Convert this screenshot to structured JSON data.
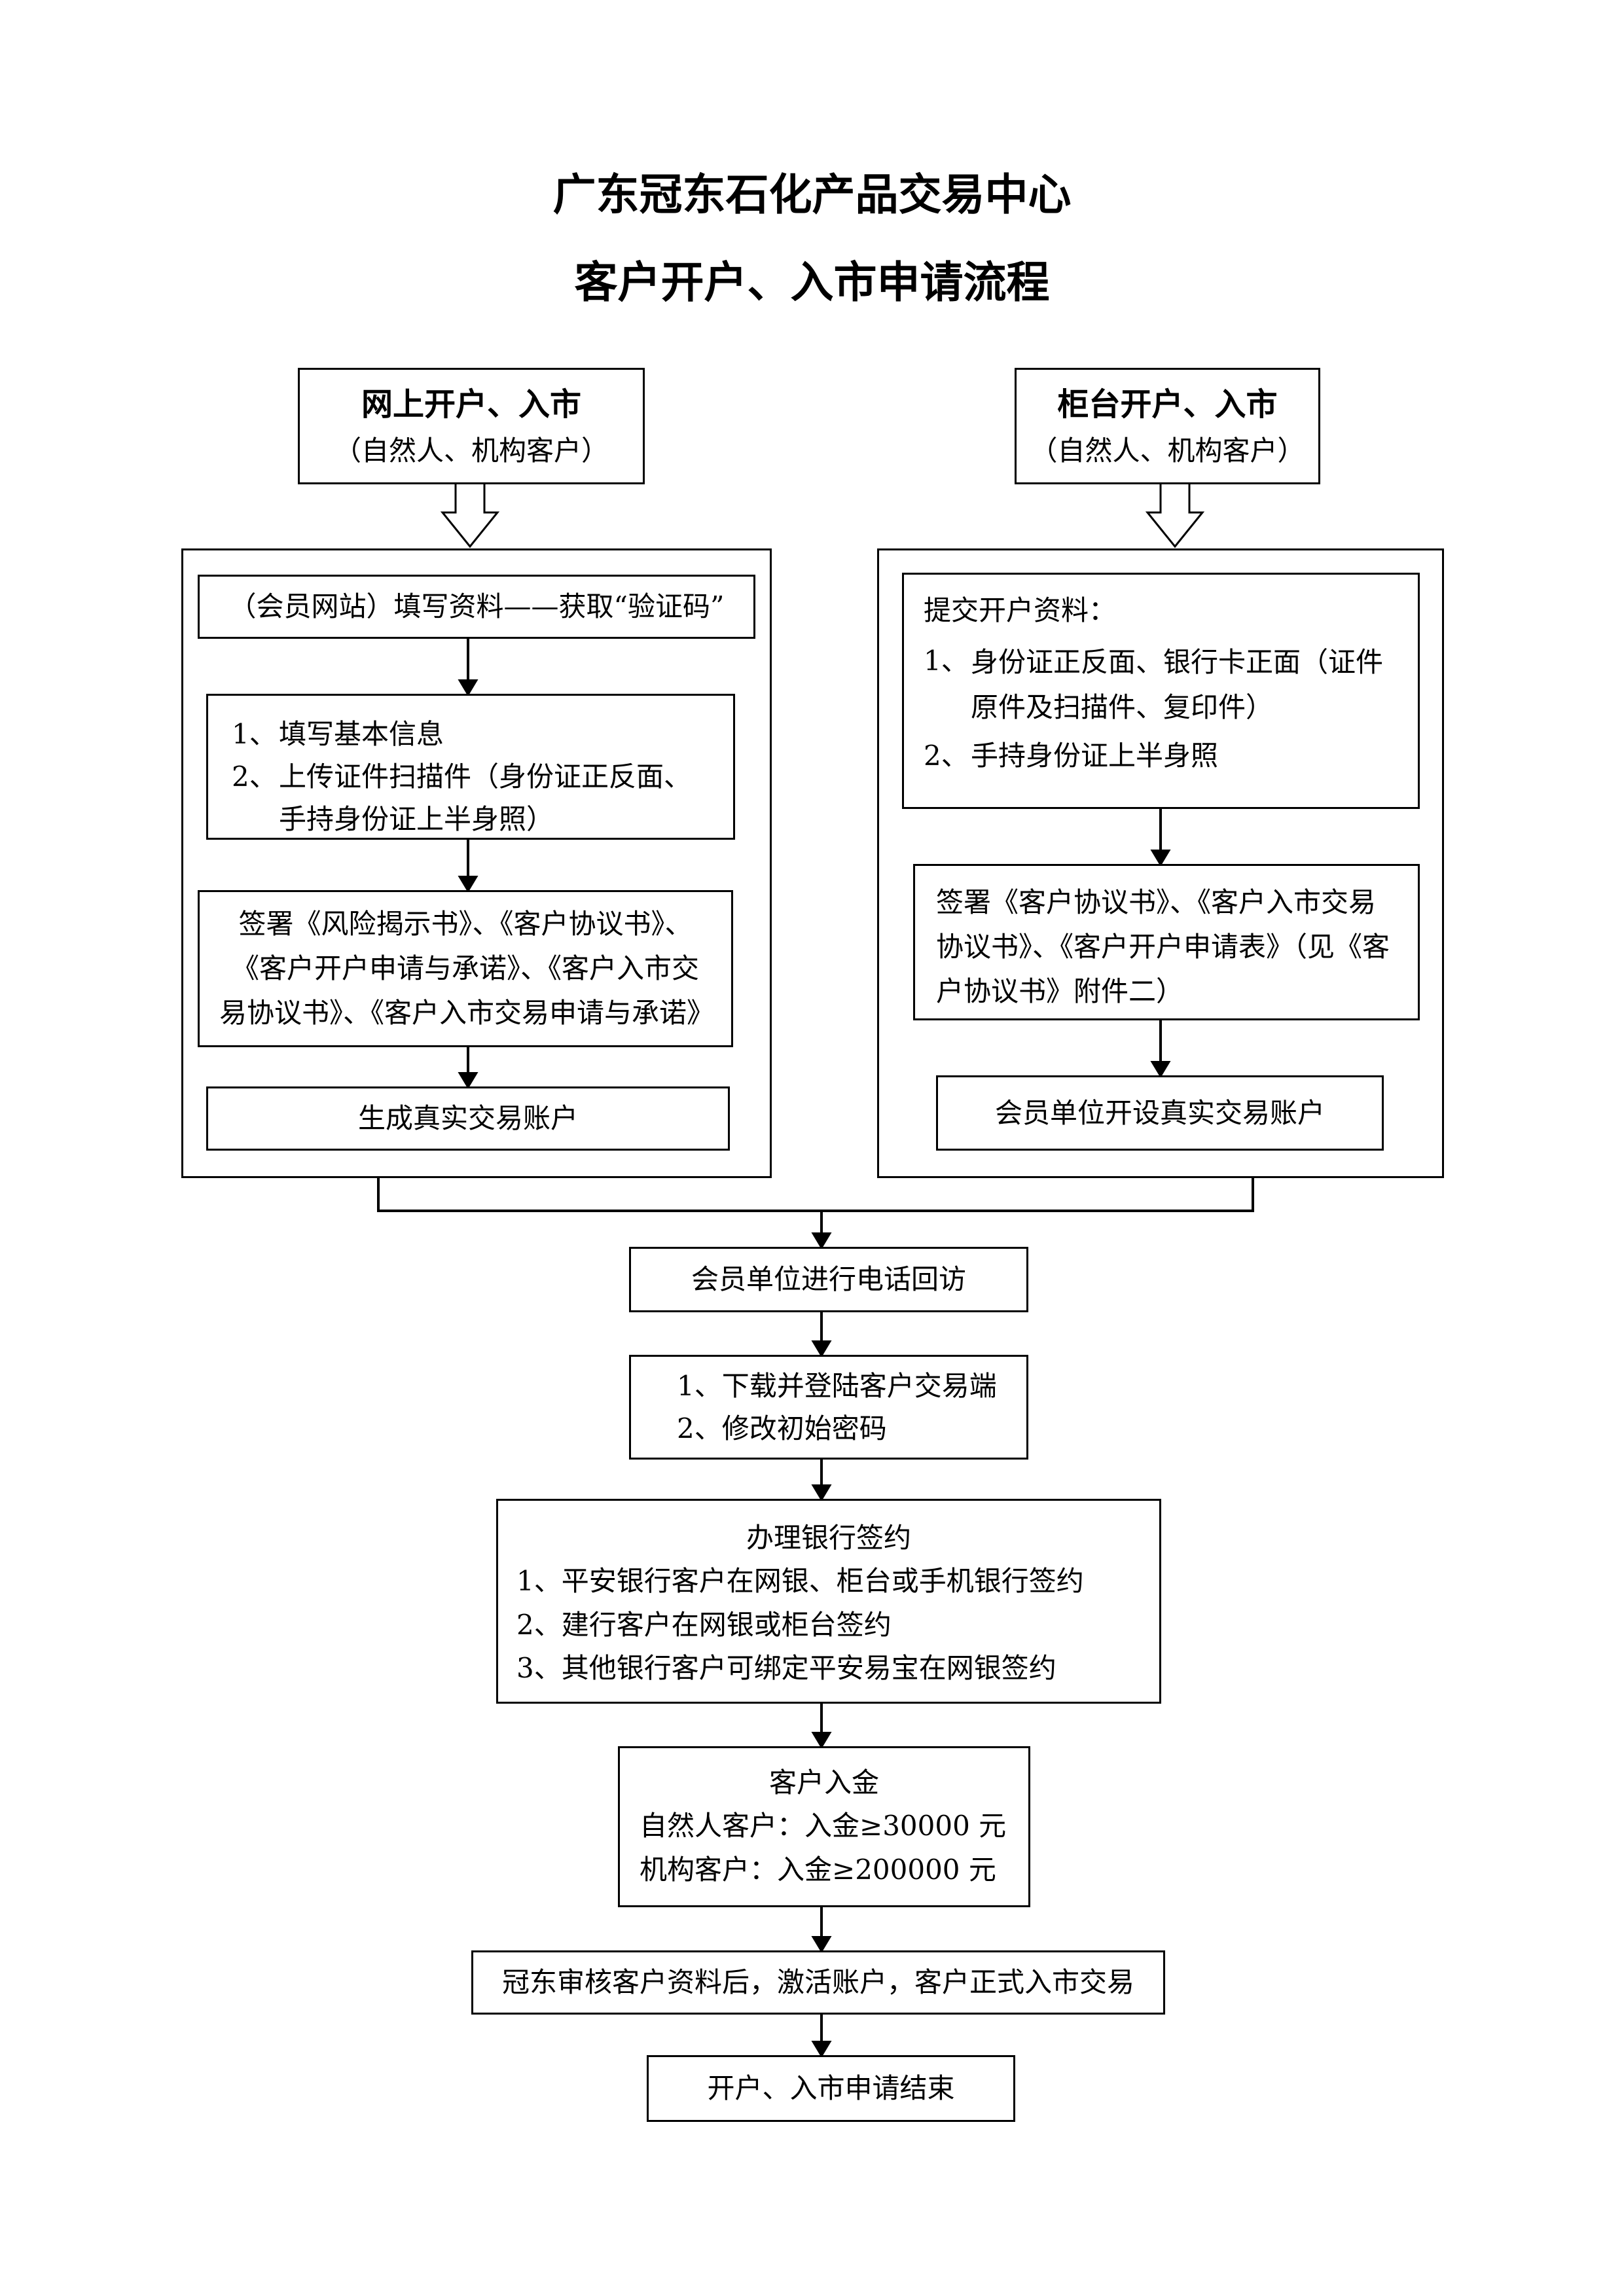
{
  "title": {
    "line1": "广东冠东石化产品交易中心",
    "line2": "客户开户、入市申请流程"
  },
  "online": {
    "header": {
      "title": "网上开户、入市",
      "subtitle": "（自然人、机构客户）"
    },
    "step1": "（会员网站）填写资料——获取“验证码”",
    "step2": [
      {
        "num": "1、",
        "text": "填写基本信息"
      },
      {
        "num": "2、",
        "text": "上传证件扫描件（身份证正反面、手持身份证上半身照）"
      }
    ],
    "step3": "签署《风险揭示书》、《客户协议书》、《客户开户申请与承诺》、《客户入市交易协议书》、《客户入市交易申请与承诺》",
    "step4": "生成真实交易账户"
  },
  "counter": {
    "header": {
      "title": "柜台开户、入市",
      "subtitle": "（自然人、机构客户）"
    },
    "step1": {
      "heading": "提交开户资料：",
      "items": [
        {
          "num": "1、",
          "text": "身份证正反面、银行卡正面（证件原件及扫描件、复印件）"
        },
        {
          "num": "2、",
          "text": "手持身份证上半身照"
        }
      ]
    },
    "step2": "签署《客户协议书》、《客户入市交易协议书》、《客户开户申请表》（见《客户协议书》附件二）",
    "step3": "会员单位开设真实交易账户"
  },
  "common": {
    "callback": "会员单位进行电话回访",
    "download": [
      "1、下载并登陆客户交易端",
      "2、修改初始密码"
    ],
    "bank": {
      "heading": "办理银行签约",
      "items": [
        "1、平安银行客户在网银、柜台或手机银行签约",
        "2、建行客户在网银或柜台签约",
        "3、其他银行客户可绑定平安易宝在网银签约"
      ]
    },
    "deposit": {
      "heading": "客户入金",
      "items": [
        "自然人客户：入金≥30000 元",
        "机构客户：入金≥200000 元"
      ]
    },
    "review": "冠东审核客户资料后，激活账户，客户正式入市交易",
    "end": "开户、入市申请结束"
  }
}
